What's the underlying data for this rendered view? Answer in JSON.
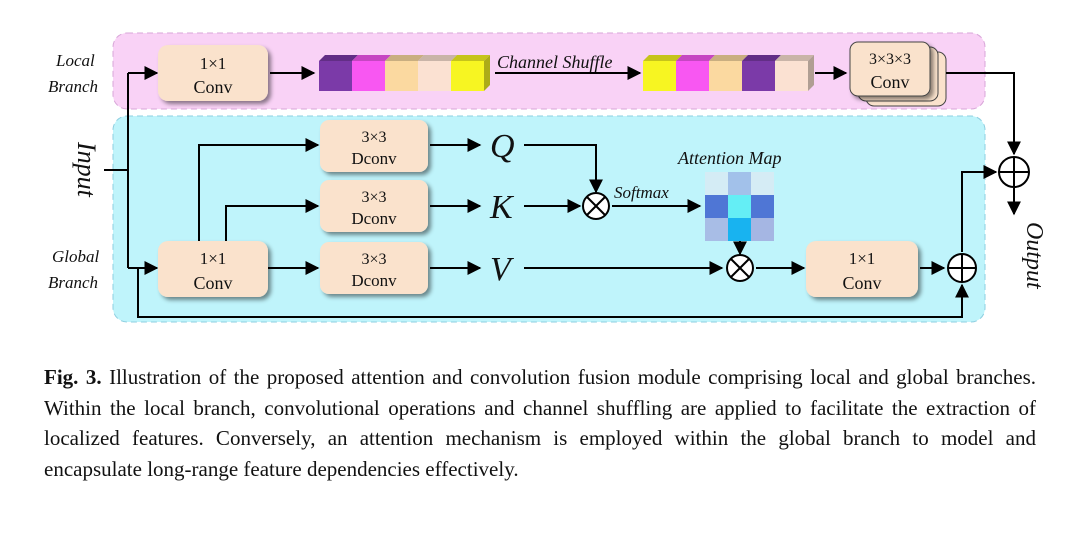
{
  "diagram": {
    "local_branch_label": [
      "Local",
      "Branch"
    ],
    "global_branch_label": [
      "Global",
      "Branch"
    ],
    "input_label": "Input",
    "output_label": "Output",
    "local_conv": [
      "1×1",
      "Conv"
    ],
    "channel_shuffle_label": "Channel Shuffle",
    "conv3d": [
      "3×3×3",
      "Conv"
    ],
    "global_conv": [
      "1×1",
      "Conv"
    ],
    "dconv_q": [
      "3×3",
      "Dconv"
    ],
    "dconv_k": [
      "3×3",
      "Dconv"
    ],
    "dconv_v": [
      "3×3",
      "Dconv"
    ],
    "q_label": "Q",
    "k_label": "K",
    "v_label": "V",
    "softmax_label": "Softmax",
    "attention_map_label": "Attention Map",
    "out_conv": [
      "1×1",
      "Conv"
    ],
    "colors": {
      "local_bg": "#f9d2f6",
      "global_bg": "#bff4fb",
      "box_fill": "#fae2cc",
      "channels_before": [
        "#7b3aa8",
        "#f857f2",
        "#fbd9a0",
        "#fbe1d2",
        "#f7f522"
      ],
      "channels_after": [
        "#f7f522",
        "#f857f2",
        "#fbd9a0",
        "#7b3aa8",
        "#fbe1d2"
      ],
      "attention_cells": [
        "#d4ecf5",
        "#a2c1ea",
        "#d5ecf5",
        "#4f76d5",
        "#64eef5",
        "#4f76d5",
        "#a8bde6",
        "#18b3f0",
        "#a5b6e3"
      ]
    }
  },
  "caption": {
    "fig_label": "Fig. 3.",
    "text": " Illustration of the proposed attention and convolution fusion module comprising local and global branches. Within the local branch, convolutional operations and channel shuffling are applied to facilitate the extraction of localized features. Conversely, an attention mechanism is employed within the global branch to model and encapsulate long-range feature dependencies effectively."
  }
}
